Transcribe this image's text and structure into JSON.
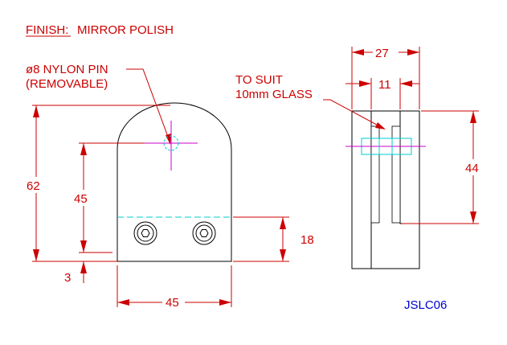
{
  "notes": {
    "finish_label": "FINISH:",
    "finish_value": "MIRROR POLISH",
    "pin_line1": "ø8 NYLON PIN",
    "pin_line2": "(REMOVABLE)",
    "glass_line1": "TO SUIT",
    "glass_line2": "10mm GLASS",
    "part_code": "JSLC06"
  },
  "dimensions": {
    "total_height": "62",
    "pin_height": "45",
    "base_offset": "3",
    "width": "45",
    "bolt_height": "18",
    "side_width": "27",
    "slot_width": "11",
    "slot_depth": "44"
  },
  "colors": {
    "dimension": "#cc0000",
    "outline": "#000000",
    "centerline": "#cc00cc",
    "hidden": "#00cccc"
  }
}
